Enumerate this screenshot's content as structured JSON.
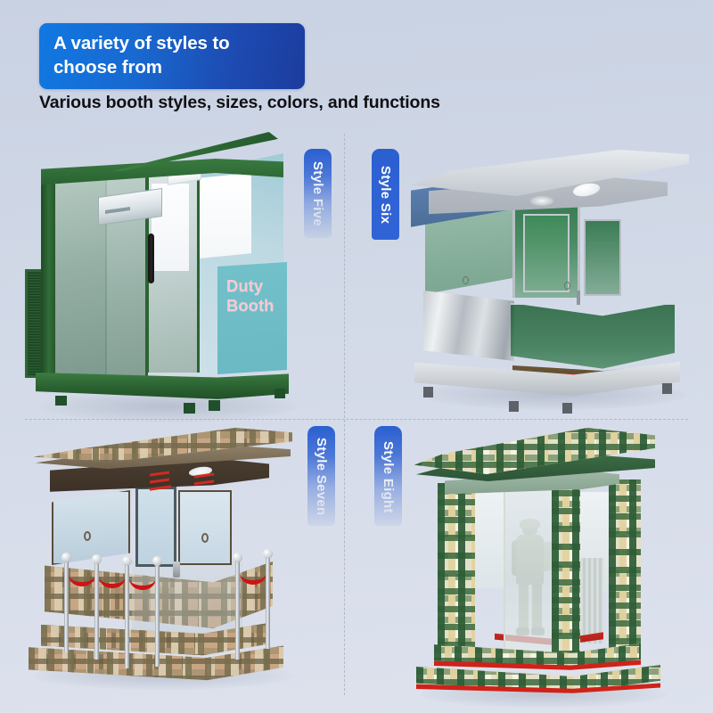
{
  "header": {
    "badge_title": "A variety of styles to choose from",
    "badge_color_start": "#1178e2",
    "badge_color_end": "#1c3c9e",
    "subtitle": "Various booth styles, sizes, colors, and functions"
  },
  "background": {
    "color_top": "#c9d2e3",
    "color_bottom": "#dde2ed",
    "divider_color": "#b3b8c4",
    "divider_style": "dashed"
  },
  "products": [
    {
      "tag_label": "Style Five",
      "tag_color": "#3064d6",
      "tag_opaque": false,
      "panel_text": "Duty Booth",
      "panel_text_color": "#f6c9d4",
      "body_color": "#2d6634",
      "description": "Dark green framed sentry booth with full-height tempered glass walls, sliding door with vertical pull handle, interior wall-mounted air conditioner, ceiling LED panel light and side perforated ventilation grille"
    },
    {
      "tag_label": "Style Six",
      "tag_color": "#3064d6",
      "tag_opaque": true,
      "body_color": "#51749f",
      "description": "Stainless steel and blue-grey guard house with green tinted glass, wide overhanging flat roof with ceiling dome light, brushed steel lower panels and an open terrace enclosed by green glass railing"
    },
    {
      "tag_label": "Style Seven",
      "tag_color": "#3064d6",
      "tag_opaque": false,
      "body_color": "#c8a683",
      "description": "Desert digital camouflage guard booth with frosted windows, twin doors, red indicator strips under the ceiling, chrome stanchions with red velvet ropes and a two-tier camouflage stepped base"
    },
    {
      "tag_label": "Style Eight",
      "tag_color": "#3064d6",
      "tag_opaque": false,
      "body_color": "#e4e0c8",
      "description": "Woodland digital camouflage sentry post with clear glass panels, a soldier standing on duty inside, and a red-carpeted two-tier stepped platform base"
    }
  ]
}
